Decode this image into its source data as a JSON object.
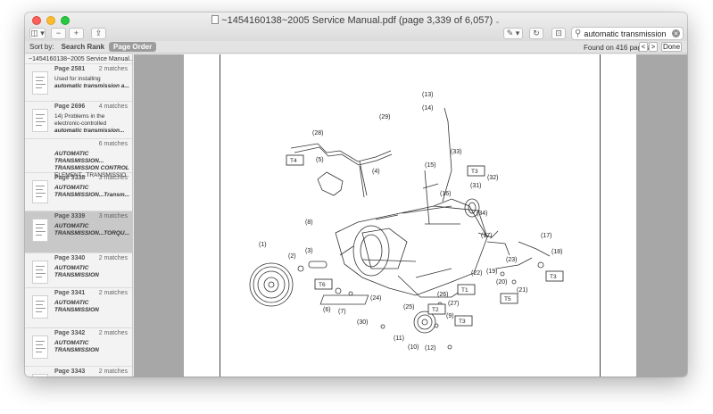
{
  "window": {
    "title": "~1454160138~2005 Service Manual.pdf (page 3,339 of 6,057)"
  },
  "toolbar": {
    "sidebar_toggle": "◫ ▾",
    "zoom_out": "−",
    "zoom_in": "+",
    "share": "⇪",
    "markup": "✎ ▾",
    "rotate": "↻",
    "toolbox": "⊡"
  },
  "search": {
    "value": "automatic transmission",
    "placeholder": "Search"
  },
  "sortbar": {
    "label": "Sort by:",
    "options": [
      "Search Rank",
      "Page Order"
    ],
    "found_text": "Found on 416 pages",
    "prev": "<",
    "next": ">",
    "done": "Done"
  },
  "sidebar": {
    "header": "~1454160138~2005 Service Manual....",
    "results": [
      {
        "page": "Page 2581",
        "matches": "2 matches",
        "snippet": [
          "Used for installing",
          "automatic transmission a..."
        ]
      },
      {
        "page": "Page 2696",
        "matches": "4 matches",
        "snippet": [
          "14) Problems in the",
          "electronic-controlled",
          "automatic transmission..."
        ]
      },
      {
        "page": "",
        "matches": "6 matches",
        "snippet": [
          "AUTOMATIC",
          "TRANSMISSION...",
          "TRANSMISSION CONTROL",
          "ELEMENT...TRANSMISSIO..."
        ]
      },
      {
        "page": "Page 3338",
        "matches": "3 matches",
        "snippet": [
          "AUTOMATIC",
          "TRANSMISSION...Transm..."
        ]
      },
      {
        "page": "Page 3339",
        "matches": "3 matches",
        "snippet": [
          "AUTOMATIC",
          "TRANSMISSION...TORQU..."
        ]
      },
      {
        "page": "Page 3340",
        "matches": "2 matches",
        "snippet": [
          "AUTOMATIC",
          "TRANSMISSION"
        ]
      },
      {
        "page": "Page 3341",
        "matches": "2 matches",
        "snippet": [
          "AUTOMATIC",
          "TRANSMISSION"
        ]
      },
      {
        "page": "Page 3342",
        "matches": "2 matches",
        "snippet": [
          "AUTOMATIC",
          "TRANSMISSION"
        ]
      },
      {
        "page": "Page 3343",
        "matches": "2 matches",
        "snippet": []
      }
    ]
  },
  "diagram": {
    "labels": [
      "(1)",
      "(2)",
      "(3)",
      "(4)",
      "(5)",
      "(6)",
      "(7)",
      "(8)",
      "(9)",
      "(10)",
      "(11)",
      "(12)",
      "(13)",
      "(14)",
      "(15)",
      "(16)",
      "(17)",
      "(17)",
      "(18)",
      "(19)",
      "(20)",
      "(21)",
      "(22)",
      "(23)",
      "(24)",
      "(25)",
      "(26)",
      "(27)",
      "(28)",
      "(29)",
      "(30)",
      "(31)",
      "(32)",
      "(33)",
      "(34)"
    ],
    "boxes": [
      "T4",
      "T3",
      "T6",
      "T1",
      "T2",
      "T3",
      "T5",
      "T3"
    ]
  },
  "colors": {
    "selected_row": "#c8c8c8",
    "viewer_bg": "#a7a7a7"
  }
}
